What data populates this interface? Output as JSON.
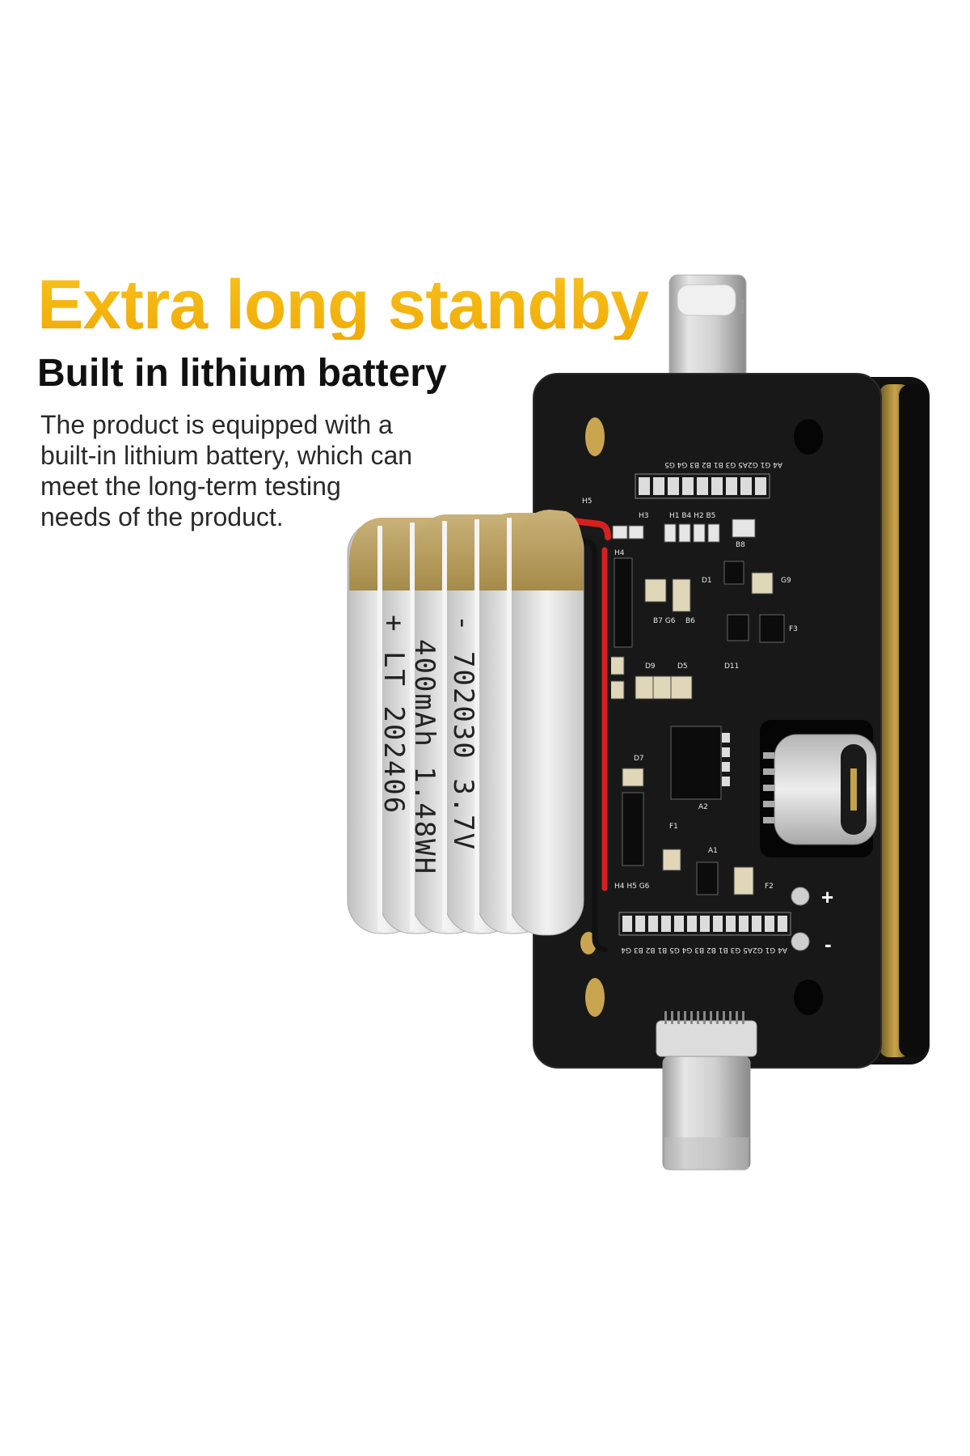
{
  "headline": "Extra long standby",
  "subhead": "Built in lithium battery",
  "description_lines": [
    "The product is equipped with a",
    "built-in lithium battery, which can",
    "meet the long-term testing",
    "needs of the product."
  ],
  "battery_label": {
    "line1": "- 702030  3.7V",
    "line2": "400mAh  1.48WH",
    "line3": "+ LT   202406"
  },
  "board_labels": {
    "plus": "+",
    "minus": "-",
    "pin_row_top": "A4 G1 G2A5 G3 B1 B2 B3 G4 G5",
    "pin_row_bottom": "A4 G1 G2A5 G3 B1 B2 B3 G4 G5 B1 B2 B3 G4",
    "h5": "H5",
    "h3": "H3",
    "h1h4": "H1 B4 H2 B5",
    "b8": "B8",
    "h4": "H4",
    "d1": "D1",
    "g9": "G9",
    "b7g6": "B7 G6",
    "b6": "B6",
    "f3": "F3",
    "d9": "D9",
    "d5": "D5",
    "d11": "D11",
    "d7": "D7",
    "f1": "F1",
    "a2": "A2",
    "a1": "A1",
    "f2": "F2",
    "h4h5g6": "H4 H5 G6"
  },
  "colors": {
    "headline": "#f5b60e",
    "subhead": "#111111",
    "body": "#2a2a2a",
    "board": "#161616",
    "battery_gold": "#b39a5e",
    "battery_silver": "#d9d9d9"
  }
}
